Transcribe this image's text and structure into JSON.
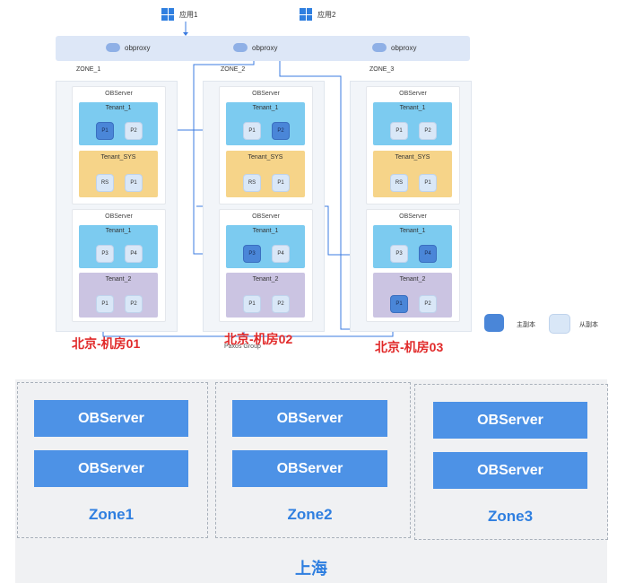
{
  "apps": [
    "应用1",
    "应用2"
  ],
  "proxies": [
    "obproxy",
    "obproxy",
    "obproxy"
  ],
  "zones": [
    "ZONE_1",
    "ZONE_2",
    "ZONE_3"
  ],
  "servers": {
    "label": "OBServer",
    "z1_top": {
      "tenant1": "Tenant_1",
      "p1": "P1",
      "p2": "P2",
      "sys": "Tenant_SYS",
      "rs": "RS",
      "sp1": "P1"
    },
    "z2_top": {
      "tenant1": "Tenant_1",
      "p1": "P1",
      "p2": "P2",
      "sys": "Tenant_SYS",
      "rs": "RS",
      "sp1": "P1"
    },
    "z3_top": {
      "tenant1": "Tenant_1",
      "p1": "P1",
      "p2": "P2",
      "sys": "Tenant_SYS",
      "rs": "RS",
      "sp1": "P1"
    },
    "z1_bot": {
      "tenant1": "Tenant_1",
      "p3": "P3",
      "p4": "P4",
      "tenant2": "Tenant_2",
      "p1": "P1",
      "p2": "P2"
    },
    "z2_bot": {
      "tenant1": "Tenant_1",
      "p3": "P3",
      "p4": "P4",
      "tenant2": "Tenant_2",
      "p1": "P1",
      "p2": "P2"
    },
    "z3_bot": {
      "tenant1": "Tenant_1",
      "p3": "P3",
      "p4": "P4",
      "tenant2": "Tenant_2",
      "p1": "P1",
      "p2": "P2"
    }
  },
  "rooms": [
    "北京-机房01",
    "北京-机房02",
    "北京-机房03"
  ],
  "paxos": "Paxos Group",
  "legend": {
    "leader": "主副本",
    "follower": "从副本"
  },
  "bottom": {
    "observer": "OBServer",
    "zones": [
      "Zone1",
      "Zone2",
      "Zone3"
    ],
    "city": "上海"
  },
  "colors": {
    "accent": "#2f7fe0",
    "leader": "#4a86d8",
    "follower": "#d9e7f7",
    "room_label": "#e12a2a"
  }
}
